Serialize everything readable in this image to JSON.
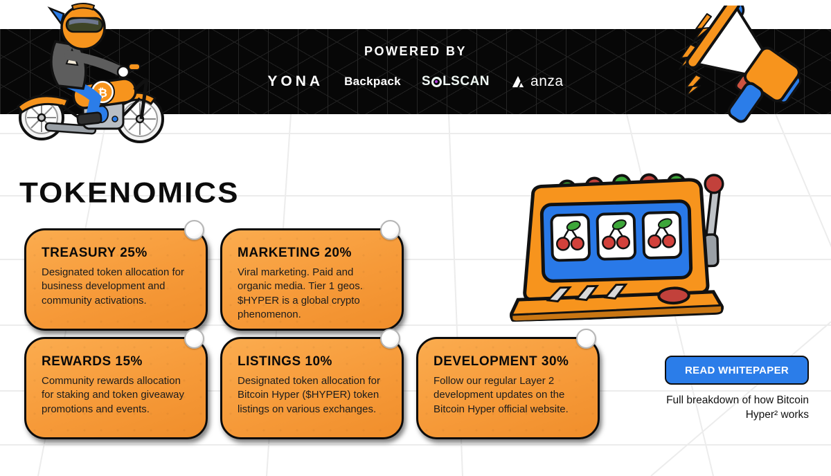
{
  "banner": {
    "powered_by_label": "POWERED BY",
    "logos": {
      "yona": "YONA",
      "backpack": "Backpack",
      "solscan_pre": "S",
      "solscan_post": "LSCAN",
      "anza": "anza"
    }
  },
  "heading": "TOKENOMICS",
  "cards": [
    {
      "title": "TREASURY 25%",
      "body": "Designated token allocation for business development and community activations."
    },
    {
      "title": "MARKETING 20%",
      "body": "Viral marketing. Paid and organic media. Tier 1 geos. $HYPER is a global crypto phenomenon."
    },
    {
      "title": "REWARDS 15%",
      "body": "Community rewards allocation for staking and token giveaway promotions and events."
    },
    {
      "title": "LISTINGS 10%",
      "body": "Designated token allocation for Bitcoin Hyper ($HYPER) token listings on various exchanges."
    },
    {
      "title": "DEVELOPMENT 30%",
      "body": "Follow our regular Layer 2 development updates on the Bitcoin Hyper official website."
    }
  ],
  "whitepaper": {
    "button_label": "READ WHITEPAPER",
    "caption_line1": "Full breakdown of how Bitcoin",
    "caption_line2": "Hyper² works"
  },
  "colors": {
    "accent_orange": "#F7941D",
    "card_gradient_top": "#FBAC4F",
    "card_gradient_bottom": "#F08E2B",
    "button_blue": "#2B7DE9",
    "screen_blue": "#2979E8",
    "banner_black": "#070707",
    "bulb_green": "#3DA639",
    "bulb_red": "#C2413B"
  }
}
